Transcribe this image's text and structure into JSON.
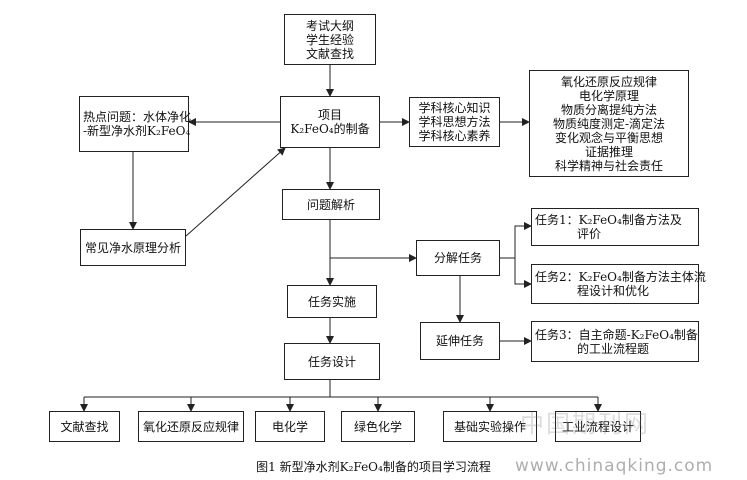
{
  "nodes": {
    "top": [
      "考试大纲",
      "学生经验",
      "文献查找"
    ],
    "project": [
      "项目",
      "K₂FeO₄的制备"
    ],
    "hotspot": [
      "热点问题：水体净化",
      "-新型净水剂K₂FeO₄"
    ],
    "core": [
      "学科核心知识",
      "学科思想方法",
      "学科核心素养"
    ],
    "skills": [
      "氧化还原反应规律",
      "电化学原理",
      "物质分离提纯方法",
      "物质纯度测定-滴定法",
      "变化观念与平衡思想",
      "证据推理",
      "科学精神与社会责任"
    ],
    "analysis": "问题解析",
    "common": "常见净水原理分析",
    "decompose": "分解任务",
    "task1": [
      "任务1：K₂FeO₄制备方法及",
      "评价"
    ],
    "task2": [
      "任务2：K₂FeO₄制备方法主体流",
      "程设计和优化"
    ],
    "extend": "延伸任务",
    "task3": [
      "任务3：自主命题-K₂FeO₄制备",
      "的工业流程题"
    ],
    "implement": "任务实施",
    "design": "任务设计",
    "bottom": [
      "文献查找",
      "氧化还原反应规律",
      "电化学",
      "绿色化学",
      "基础实验操作",
      "工业流程设计"
    ]
  },
  "caption": "图1 新型净水剂K₂FeO₄制备的项目学习流程",
  "watermark": {
    "cn": "中国期刊网",
    "url": "www.chinaqking.com"
  }
}
